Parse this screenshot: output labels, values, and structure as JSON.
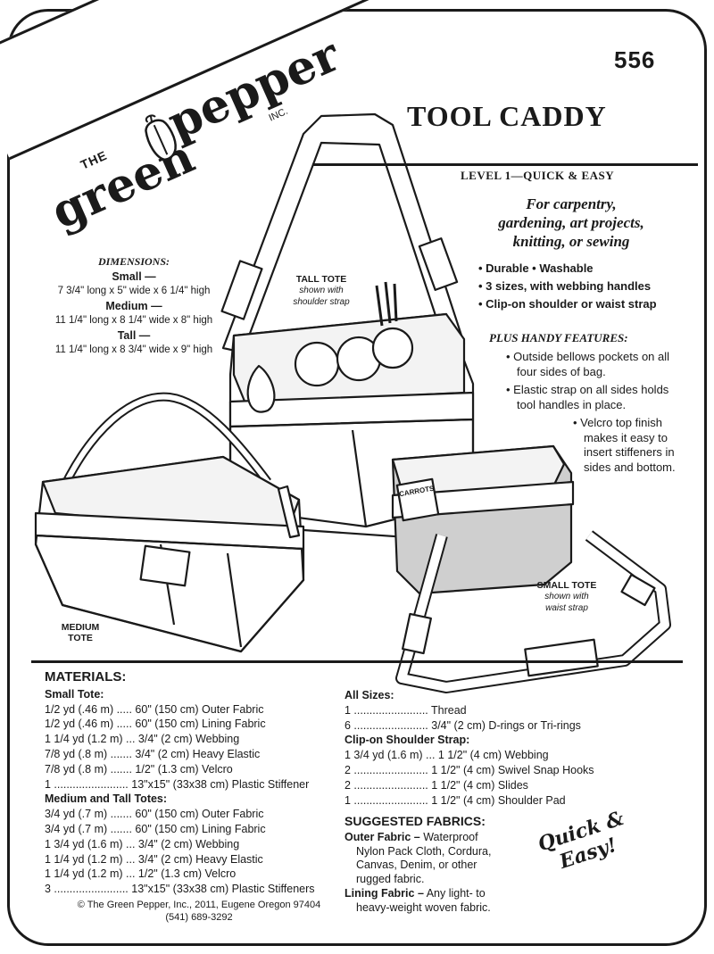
{
  "brand": {
    "the": "THE",
    "green": "green",
    "pepper": "pepper",
    "inc": "INC."
  },
  "pattern_number": "556",
  "title": "TOOL CADDY",
  "level": "LEVEL 1—QUICK & EASY",
  "uses": [
    "For carpentry,",
    "gardening, art projects,",
    "knitting, or sewing"
  ],
  "bullets": [
    "• Durable • Washable",
    "• 3 sizes, with webbing handles",
    "• Clip-on shoulder or waist strap"
  ],
  "plus_heading": "PLUS HANDY FEATURES:",
  "features": [
    [
      "• Outside bellows pockets on all",
      "four sides of bag."
    ],
    [
      "• Elastic strap on all sides holds",
      "tool handles in place."
    ],
    [
      "• Velcro top finish",
      "makes it easy to",
      "insert stiffeners in",
      "sides and bottom."
    ]
  ],
  "dimensions": {
    "heading": "DIMENSIONS:",
    "small_label": "Small —",
    "small_value": "7 3/4\" long x 5\" wide x 6 1/4\" high",
    "medium_label": "Medium —",
    "medium_value": "11 1/4\" long x 8 1/4\" wide x 8\" high",
    "tall_label": "Tall —",
    "tall_value": "11 1/4\" long x 8 3/4\" wide x 9\" high"
  },
  "illustration_labels": {
    "tall_title": "TALL TOTE",
    "tall_sub": [
      "shown with",
      "shoulder strap"
    ],
    "medium_title": [
      "MEDIUM",
      "TOTE"
    ],
    "small_title": "SMALL TOTE",
    "small_sub": [
      "shown with",
      "waist strap"
    ],
    "seed_packet": "CARROTS"
  },
  "materials": {
    "heading": "MATERIALS:",
    "small_heading": "Small Tote:",
    "small": [
      "1/2 yd (.46 m) ..... 60\" (150 cm) Outer Fabric",
      "1/2 yd (.46 m) ..... 60\" (150 cm) Lining Fabric",
      "1 1/4 yd (1.2 m) ... 3/4\" (2 cm) Webbing",
      "7/8 yd (.8 m) ....... 3/4\" (2 cm) Heavy Elastic",
      "7/8 yd (.8 m) ....... 1/2\" (1.3 cm) Velcro",
      "1 ........................ 13\"x15\" (33x38 cm) Plastic Stiffener"
    ],
    "medtall_heading": "Medium and Tall Totes:",
    "medtall": [
      "3/4 yd (.7 m) ....... 60\" (150 cm) Outer Fabric",
      "3/4 yd (.7 m) ....... 60\" (150 cm) Lining Fabric",
      "1 3/4 yd (1.6 m) ... 3/4\" (2 cm) Webbing",
      "1 1/4 yd (1.2 m) ... 3/4\" (2 cm) Heavy Elastic",
      "1 1/4 yd (1.2 m) ... 1/2\" (1.3 cm) Velcro",
      "3 ........................ 13\"x15\" (33x38 cm) Plastic Stiffeners"
    ],
    "all_heading": "All Sizes:",
    "all": [
      "1 ........................ Thread",
      "6 ........................ 3/4\" (2 cm) D-rings or Tri-rings"
    ],
    "strap_heading": "Clip-on Shoulder Strap:",
    "strap": [
      "1 3/4 yd (1.6 m) ... 1 1/2\" (4 cm) Webbing",
      "2 ........................ 1 1/2\" (4 cm) Swivel Snap Hooks",
      "2 ........................ 1 1/2\" (4 cm) Slides",
      "1 ........................ 1 1/2\" (4 cm) Shoulder Pad"
    ]
  },
  "suggested": {
    "heading": "SUGGESTED FABRICS:",
    "outer_label": "Outer Fabric –",
    "outer_lines": [
      " Waterproof",
      "Nylon Pack Cloth, Cordura,",
      "Canvas, Denim, or other",
      "rugged fabric."
    ],
    "lining_label": "Lining Fabric –",
    "lining_lines": [
      " Any light- to",
      "heavy-weight woven fabric."
    ]
  },
  "copyright": [
    "© The Green Pepper, Inc., 2011, Eugene Oregon 97404",
    "(541) 689-3292"
  ],
  "stamp": [
    "Quick &",
    "Easy!"
  ]
}
